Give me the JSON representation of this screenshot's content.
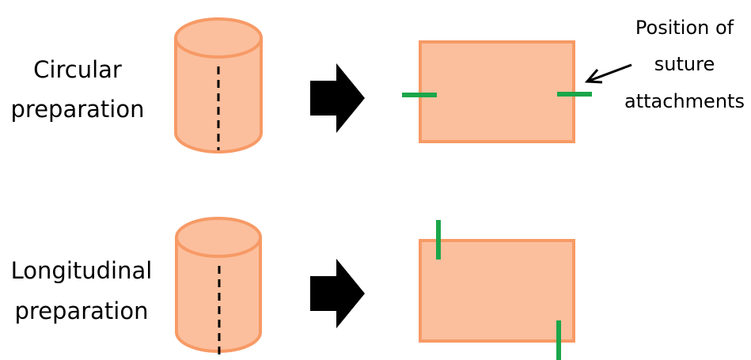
{
  "rows": [
    {
      "label_line1": "Circular",
      "label_line2": "preparation"
    },
    {
      "label_line1": "Longitudinal",
      "label_line2": "preparation"
    }
  ],
  "annotation": {
    "line1": "Position of",
    "line2": "suture",
    "line3": "attachments"
  },
  "colors": {
    "tissue_fill": "#fbbf9d",
    "tissue_stroke": "#f79a66",
    "suture": "#1aa64a",
    "cut_line": "#000000",
    "arrow": "#000000"
  },
  "icons": [
    "cylinder-icon",
    "right-arrow-icon",
    "suture-mark-icon"
  ]
}
